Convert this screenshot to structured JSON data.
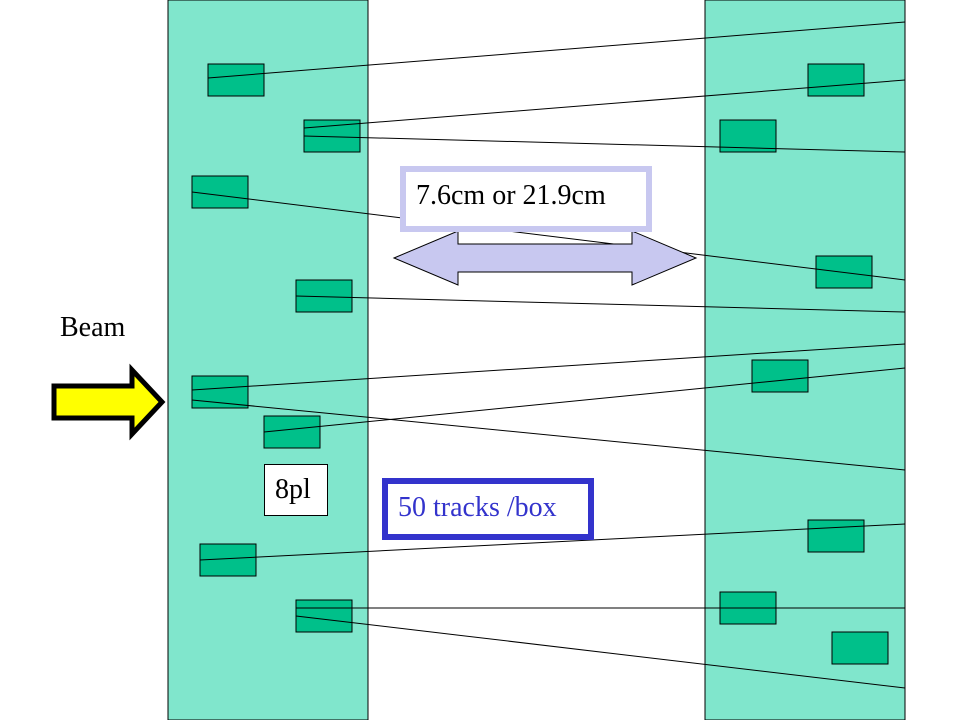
{
  "labels": {
    "beam": "Beam",
    "distance": "7.6cm or 21.9cm",
    "plates": "8pl",
    "tracks": "50 tracks /box"
  },
  "colors": {
    "module_fill": "#80e6cc",
    "chip_fill": "#00c08a",
    "arrow_fill": "#ffff00",
    "double_arrow_fill": "#c8c8f0",
    "distance_border": "#c8c8f0",
    "tracks_border": "#3333cc",
    "tracks_text": "#3333cc",
    "line": "#000000"
  },
  "icons": {
    "beam_arrow": "right-arrow-icon",
    "distance_arrow": "double-headed-arrow-icon"
  }
}
